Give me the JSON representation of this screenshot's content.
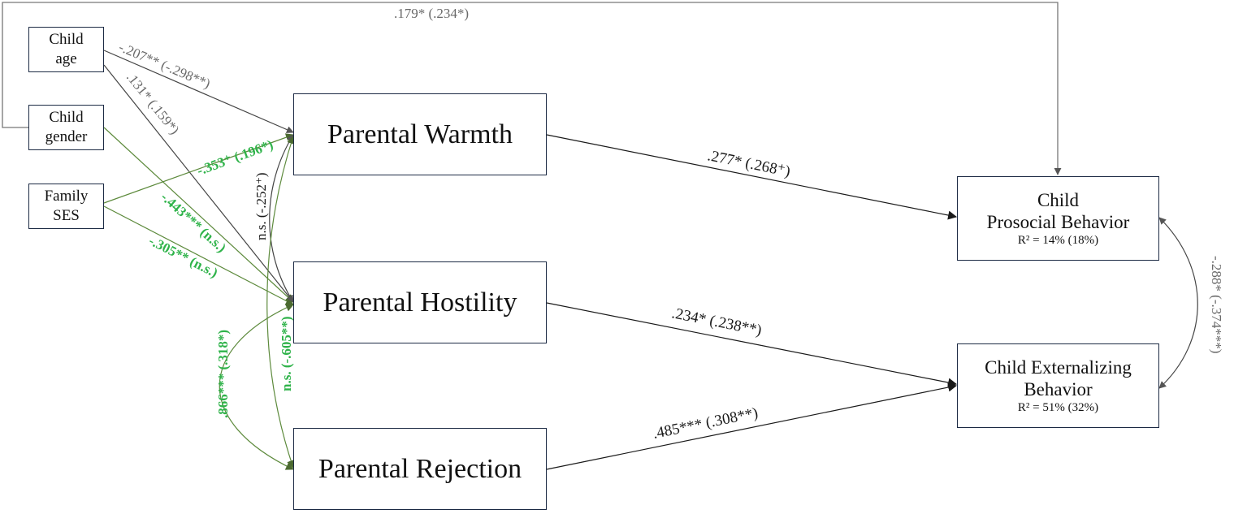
{
  "nodes": {
    "child_age": [
      "Child",
      "age"
    ],
    "child_gender": [
      "Child",
      "gender"
    ],
    "family_ses": [
      "Family",
      "SES"
    ],
    "warmth": "Parental Warmth",
    "hostility": "Parental Hostility",
    "rejection": "Parental Rejection",
    "prosocial": {
      "line1": "Child",
      "line2": "Prosocial Behavior",
      "r2": "R² = 14% (18%)"
    },
    "externalizing": {
      "line1": "Child Externalizing",
      "line2": "Behavior",
      "r2": "R² = 51% (32%)"
    }
  },
  "paths": {
    "gender_prosocial": ".179* (.234*)",
    "age_warmth": "-.207** (-.298**)",
    "age_hostility": ".131* (.159*)",
    "ses_warmth": "-.353⁺ (.196*)",
    "gender_hostility": "-.443*** (n.s.)",
    "ses_hostility": "-.305** (n.s.)",
    "warmth_hostility_cov": "n.s. (-.252⁺)",
    "warmth_rejection_cov": "n.s. (-.605**)",
    "hostility_rejection_cov": ".866*** (.318*)",
    "warmth_prosocial": ".277* (.268⁺)",
    "hostility_externalizing": ".234* (.238**)",
    "rejection_externalizing": ".485*** (.308**)",
    "outcome_cov": "-.288* (-.374***)"
  },
  "colors": {
    "box_border": "#1c2a44",
    "gray": "#6a6a6a",
    "dark": "#1a1a1a",
    "green_line": "#5d8a3c",
    "green_text": "#2fb34a"
  }
}
